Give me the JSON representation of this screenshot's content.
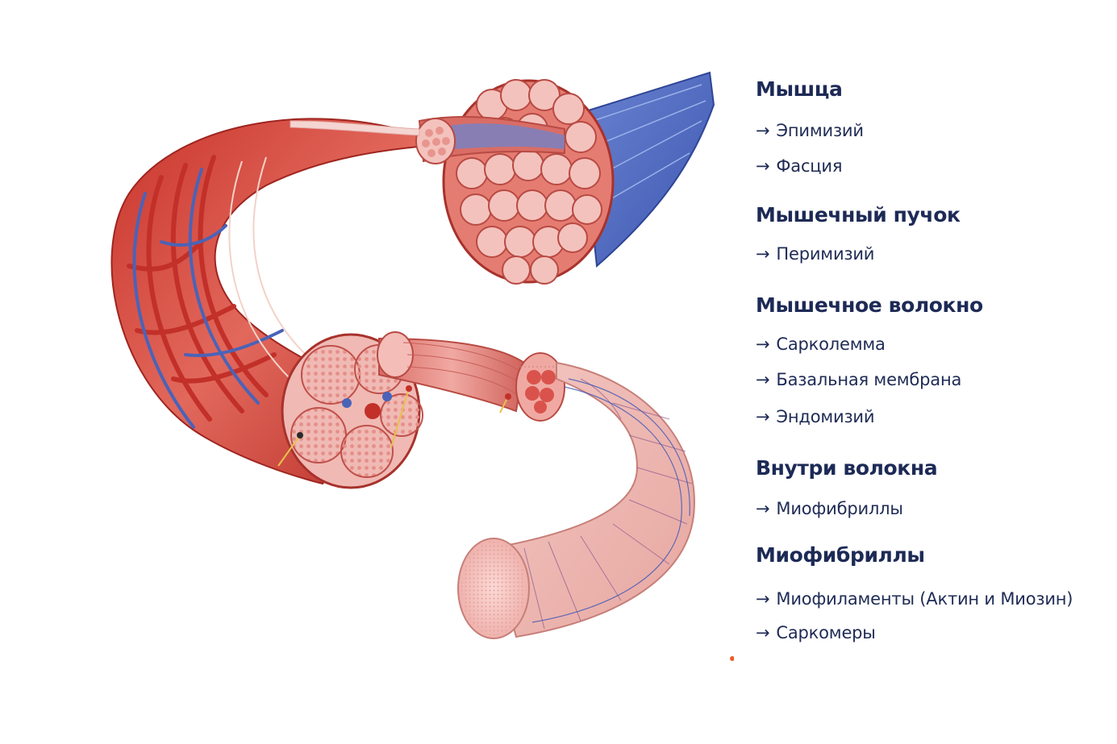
{
  "legend": {
    "muscle": {
      "title": "Мышца",
      "items": [
        "Эпимизий",
        "Фасция"
      ]
    },
    "fascicle": {
      "title": "Мышечный пучок",
      "items": [
        "Перимизий"
      ]
    },
    "fiber": {
      "title": "Мышечное волокно",
      "items": [
        "Сарколемма",
        "Базальная мембрана",
        "Эндомизий"
      ]
    },
    "inside": {
      "title": "Внутри волокна",
      "items": [
        "Миофибриллы"
      ]
    },
    "myofibrils": {
      "title": "Миофибриллы",
      "items": [
        "Миофиламенты (Актин и Миозин)",
        "Саркомеры"
      ]
    },
    "arrow": "→"
  },
  "colors": {
    "heading": "#1d2a56",
    "muscle_red": "#d9473d",
    "muscle_pink": "#ecb0ad",
    "fiber_light": "#f4cfcc",
    "vein_blue": "#4a63b8",
    "nerve_yellow": "#e8c14a"
  }
}
